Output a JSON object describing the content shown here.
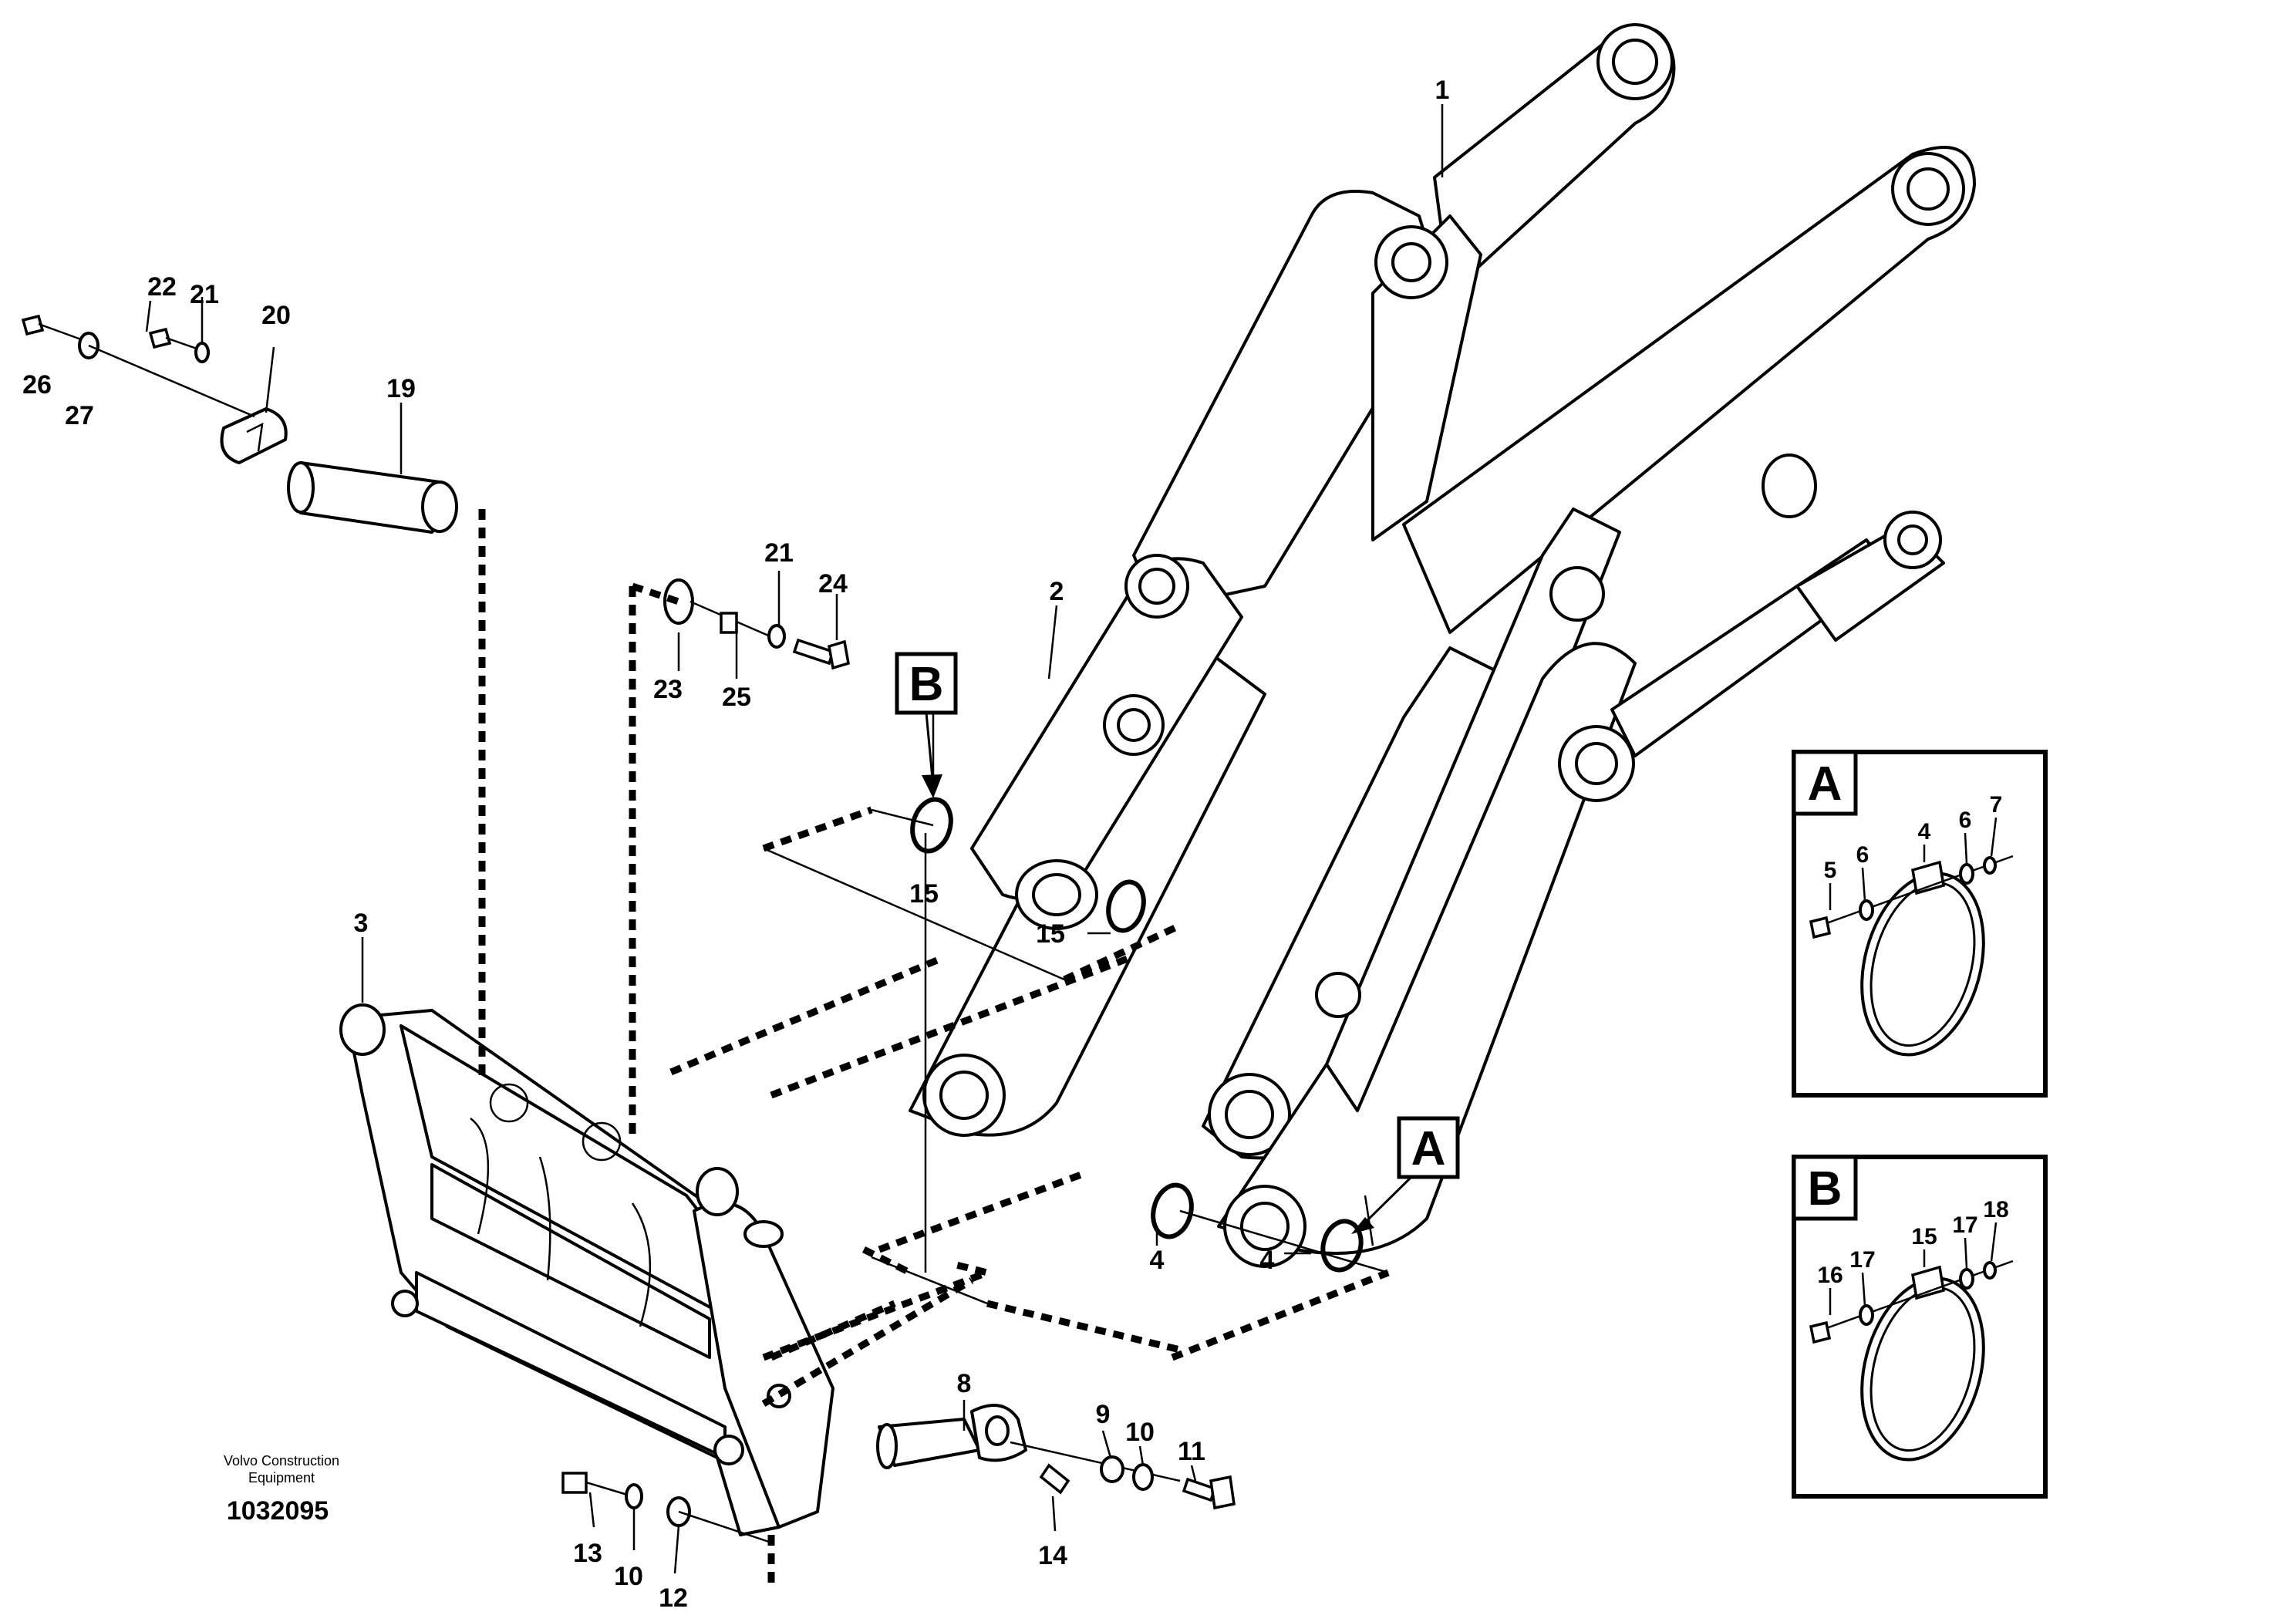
{
  "diagram": {
    "callouts": {
      "c1": "1",
      "c2": "2",
      "c3": "3",
      "c4a": "4",
      "c4b": "4",
      "c8": "8",
      "c9": "9",
      "c10a": "10",
      "c11": "11",
      "c10b": "10",
      "c12": "12",
      "c13": "13",
      "c14": "14",
      "c15a": "15",
      "c15b": "15",
      "c19": "19",
      "c20": "20",
      "c21a": "21",
      "c22": "22",
      "c21b": "21",
      "c23": "23",
      "c24": "24",
      "c25": "25",
      "c26": "26",
      "c27": "27"
    },
    "markers": {
      "a": "A",
      "b": "B"
    },
    "detail_a": {
      "letter": "A",
      "n4": "4",
      "n5": "5",
      "n6a": "6",
      "n6b": "6",
      "n7": "7"
    },
    "detail_b": {
      "letter": "B",
      "n15": "15",
      "n16": "16",
      "n17a": "17",
      "n17b": "17",
      "n18": "18"
    },
    "credit": {
      "line1": "Volvo Construction",
      "line2": "Equipment",
      "number": "1032095"
    }
  }
}
